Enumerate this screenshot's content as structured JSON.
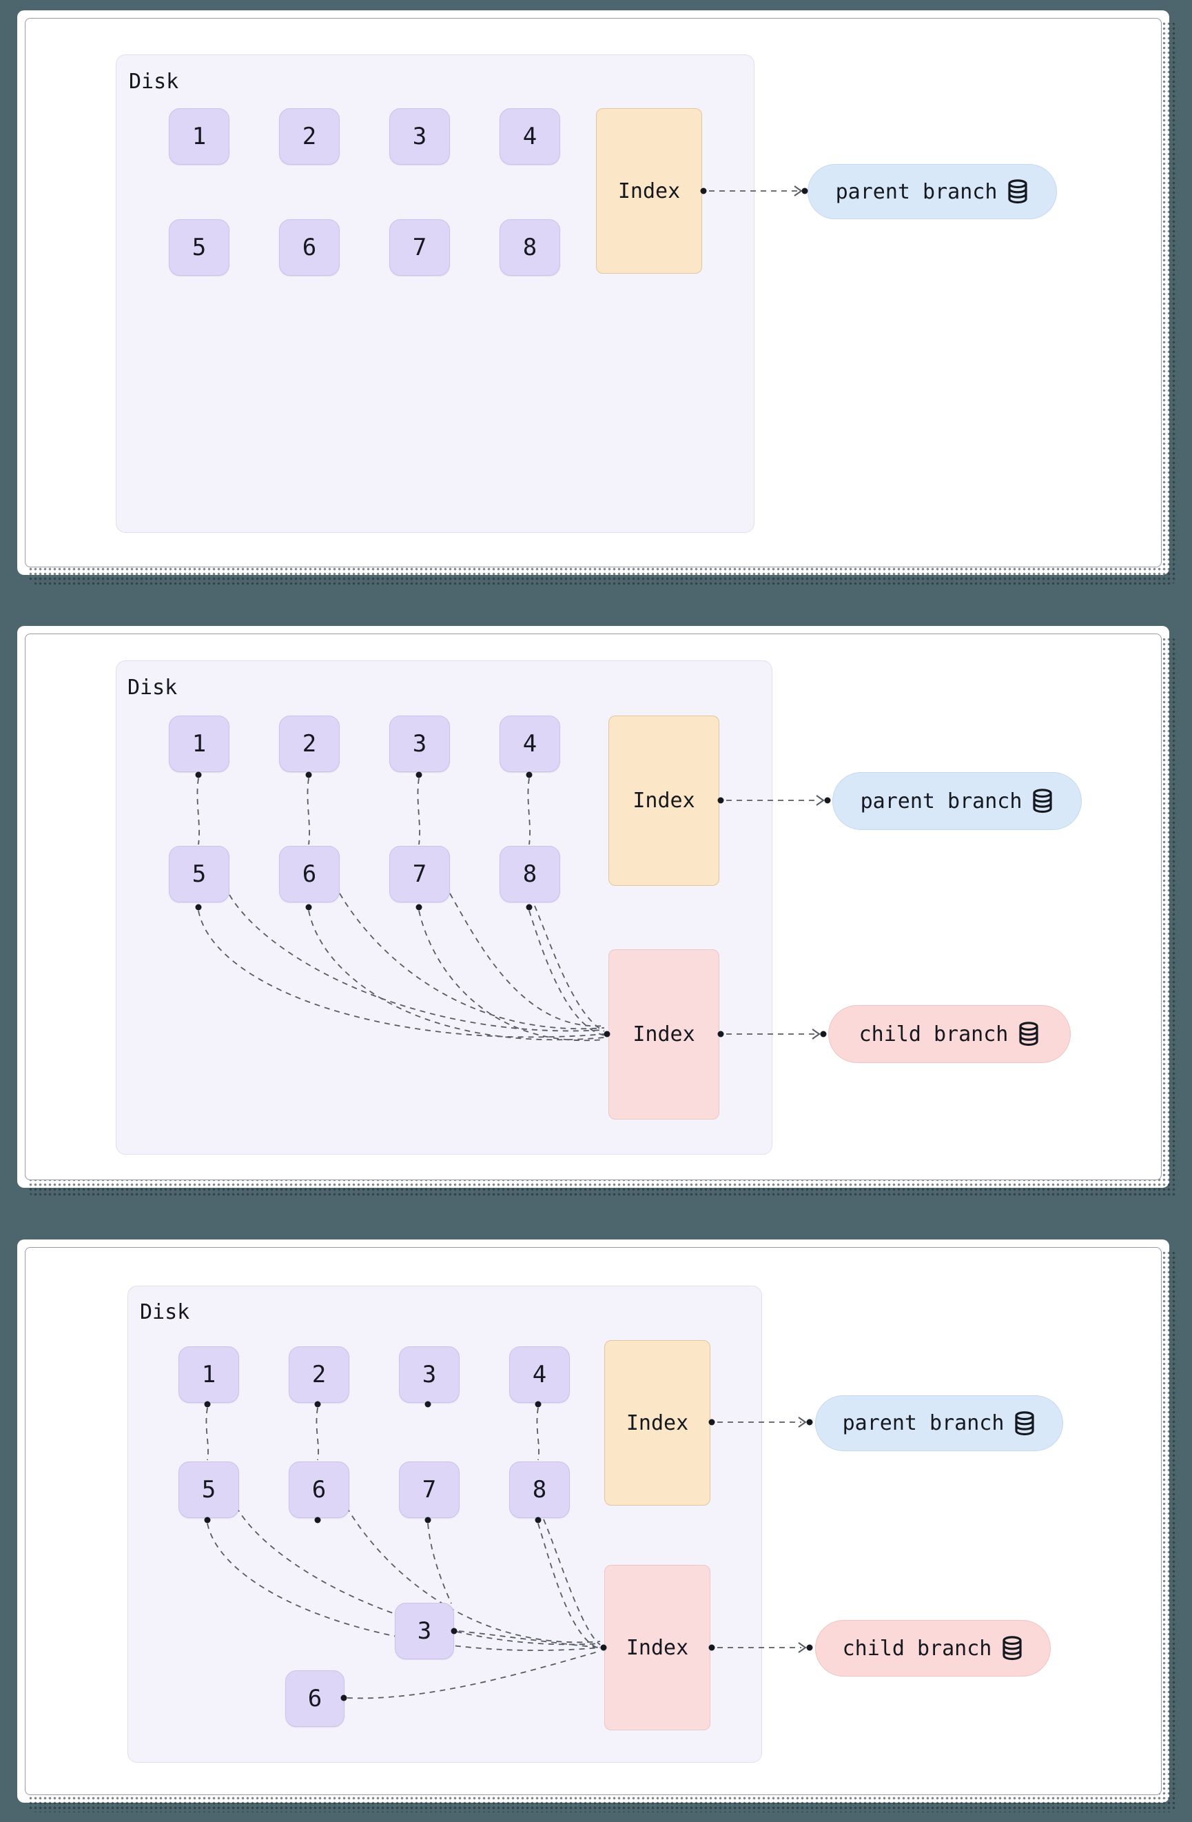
{
  "colors": {
    "background": "#4d656d",
    "card": "#ffffff",
    "disk_fill": "#f4f2fb",
    "block_fill": "#ddd6f6",
    "parent_index_fill": "#fbe7c7",
    "child_index_fill": "#fbdcdc",
    "parent_pill_fill": "#d9e8f8",
    "child_pill_fill": "#fbd9d9",
    "connector": "#565b66",
    "text": "#15181f"
  },
  "panel1": {
    "disk_label": "Disk",
    "blocks": [
      "1",
      "2",
      "3",
      "4",
      "5",
      "6",
      "7",
      "8"
    ],
    "parent_index_label": "Index",
    "parent_pill_label": "parent branch"
  },
  "panel2": {
    "disk_label": "Disk",
    "blocks": [
      "1",
      "2",
      "3",
      "4",
      "5",
      "6",
      "7",
      "8"
    ],
    "parent_index_label": "Index",
    "child_index_label": "Index",
    "parent_pill_label": "parent branch",
    "child_pill_label": "child branch"
  },
  "panel3": {
    "disk_label": "Disk",
    "blocks": [
      "1",
      "2",
      "3",
      "4",
      "5",
      "6",
      "7",
      "8"
    ],
    "copied_blocks": [
      "3",
      "6"
    ],
    "parent_index_label": "Index",
    "child_index_label": "Index",
    "parent_pill_label": "parent branch",
    "child_pill_label": "child branch"
  }
}
